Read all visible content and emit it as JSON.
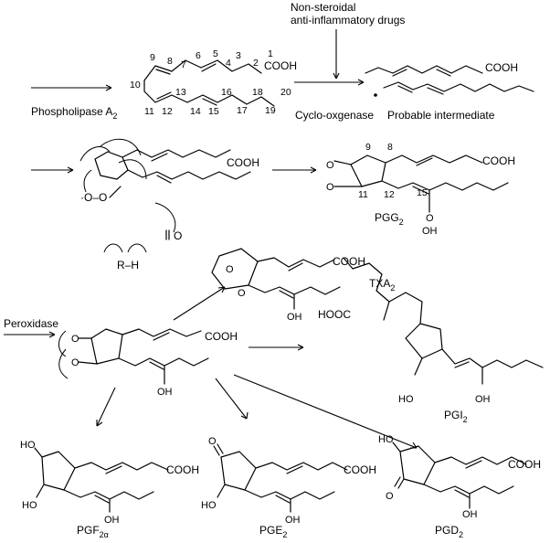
{
  "top": {
    "nsaid_line1": "Non-steroidal",
    "nsaid_line2": "anti-inflammatory drugs",
    "enzyme": "Phospholipase A",
    "enzyme_sub": "2",
    "cyclo": "Cyclo-oxgenase",
    "probable": "Probable intermediate",
    "cooh": "COOH",
    "numbers": [
      "1",
      "2",
      "3",
      "4",
      "5",
      "6",
      "7",
      "8",
      "9",
      "10",
      "11",
      "12",
      "13",
      "14",
      "15",
      "16",
      "17",
      "18",
      "19",
      "20"
    ]
  },
  "middle": {
    "cooh": "COOH",
    "o_radical": "·O–O",
    "o": "O",
    "rh": "R–H",
    "pgg_cooh": "COOH",
    "pgg_9": "9",
    "pgg_8": "8",
    "pgg_11": "11",
    "pgg_12": "12",
    "pgg_15": "15",
    "pgg_o": "O",
    "pgg_oh": "OH",
    "pgg_label": "PGG",
    "pgg_sub": "2"
  },
  "txa": {
    "cooh": "COOH",
    "o": "O",
    "oh": "OH",
    "label": "TXA",
    "sub": "2"
  },
  "peroxidase": {
    "label": "Peroxidase",
    "cooh": "COOH",
    "o": "O",
    "oh": "OH"
  },
  "pgi": {
    "hooc": "HOOC",
    "ho": "HO",
    "oh": "OH",
    "label": "PGI",
    "sub": "2"
  },
  "pgf": {
    "ho": "HO",
    "cooh": "COOH",
    "oh": "OH",
    "label": "PGF",
    "sub": "2α"
  },
  "pge": {
    "o": "O",
    "cooh": "COOH",
    "ho": "HO",
    "oh": "OH",
    "label": "PGE",
    "sub": "2"
  },
  "pgd": {
    "ho": "HO",
    "cooh": "COOH",
    "o": "O",
    "oh": "OH",
    "label": "PGD",
    "sub": "2"
  }
}
